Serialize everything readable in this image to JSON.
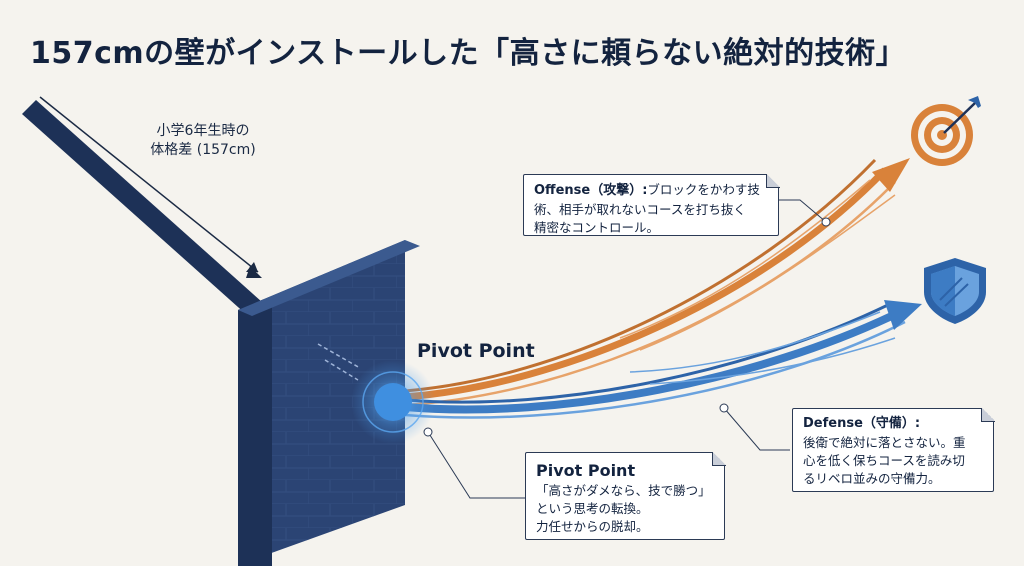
{
  "title": "157cmの壁がインストールした「高さに頼らない絶対的技術」",
  "height_gap": {
    "line1": "小学6年生時の",
    "line2": "体格差 (157cm)"
  },
  "pivot_label": "Pivot Point",
  "offense_note": {
    "head": "Offense（攻撃）:",
    "line1_rest": "ブロックをかわす技",
    "line2": "術、相手が取れないコースを打ち抜く",
    "line3": "精密なコントロール。"
  },
  "defense_note": {
    "head": "Defense（守備）:",
    "line1": "後衛で絶対に落とさない。重",
    "line2": "心を低く保ちコースを読み切",
    "line3": "るリベロ並みの守備力。"
  },
  "pivot_note": {
    "head": "Pivot Point",
    "line1": "「高さがダメなら、技で勝つ」",
    "line2": "という思考の転換。",
    "line3": "力任せからの脱却。"
  },
  "icons": {
    "target": "target-icon",
    "shield": "shield-icon"
  },
  "colors": {
    "wall": "#2b4474",
    "wall_dark": "#1d3157",
    "offense": "#d9823a",
    "defense": "#3d7cc4",
    "text": "#13233f",
    "background": "#f5f3ee"
  }
}
